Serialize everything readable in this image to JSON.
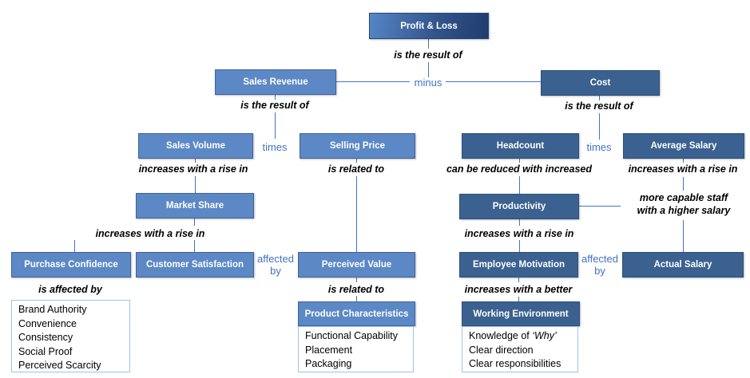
{
  "diagram": {
    "nodes": {
      "profit_loss": "Profit & Loss",
      "sales_revenue": "Sales Revenue",
      "cost": "Cost",
      "sales_volume": "Sales Volume",
      "selling_price": "Selling Price",
      "headcount": "Headcount",
      "average_salary": "Average Salary",
      "market_share": "Market Share",
      "productivity": "Productivity",
      "purchase_confidence": "Purchase Confidence",
      "customer_satisfaction": "Customer Satisfaction",
      "perceived_value": "Perceived Value",
      "employee_motivation": "Employee Motivation",
      "actual_salary": "Actual Salary",
      "product_characteristics": "Product Characteristics",
      "working_environment": "Working Environment"
    },
    "operators": {
      "minus": "minus",
      "times_left": "times",
      "times_right": "times",
      "affected_by_left": "affected by",
      "affected_by_right": "affected by"
    },
    "relations": {
      "pl_result": "is the result of",
      "sr_result": "is the result of",
      "cost_result": "is the result of",
      "sv_rise": "increases with a rise in",
      "sp_related": "is related to",
      "hc_reduced": "can be reduced with increased",
      "as_rise": "increases with a rise in",
      "ms_rise": "increases with a rise in",
      "prod_rise": "increases with a rise in",
      "staff_line1": "more capable staff",
      "staff_line2": "with a higher salary",
      "pc_affected": "is affected by",
      "pv_related": "is related to",
      "em_better": "increases with a better"
    },
    "lists": {
      "purchase_factors": [
        "Brand Authority",
        "Convenience",
        "Consistency",
        "Social Proof",
        "Perceived Scarcity"
      ],
      "product_factors": [
        "Functional Capability",
        "Placement",
        "Packaging"
      ],
      "environment_factor_1_prefix": "Knowledge of ",
      "environment_factor_1_emph": "‘Why’",
      "environment_factors_rest": [
        "Clear direction",
        "Clear responsibilities"
      ]
    },
    "colors": {
      "light_box": "#5c88c5",
      "dark_box": "#3a618f",
      "gradient_start": "#5586c6",
      "gradient_end": "#1f3c6e",
      "connector_line": "#4472c4",
      "operator_text": "#4472c4",
      "list_border": "#9dc3e6"
    }
  }
}
